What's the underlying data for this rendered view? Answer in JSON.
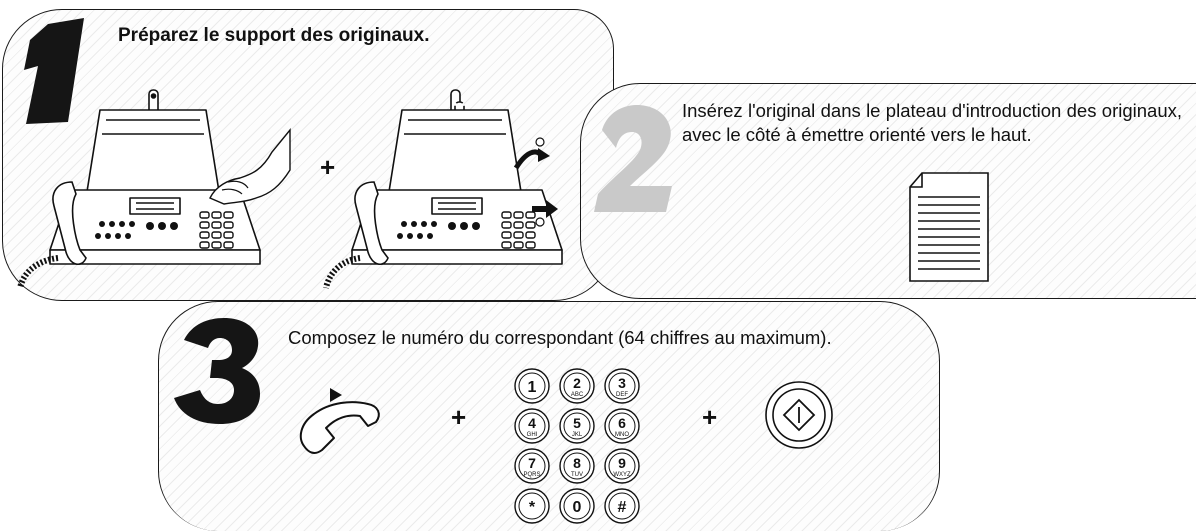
{
  "steps": [
    {
      "number": "1",
      "text": "Préparez le support des originaux."
    },
    {
      "number": "2",
      "text": "Insérez l'original dans le plateau d'introduction des originaux, avec le côté à émettre orienté vers le haut."
    },
    {
      "number": "3",
      "text": "Composez le numéro du correspondant (64 chiffres au maximum)."
    }
  ],
  "plus_sign": "+",
  "keypad": {
    "keys": [
      {
        "digit": "1",
        "letters": ""
      },
      {
        "digit": "2",
        "letters": "ABC"
      },
      {
        "digit": "3",
        "letters": "DEF"
      },
      {
        "digit": "4",
        "letters": "GHI"
      },
      {
        "digit": "5",
        "letters": "JKL"
      },
      {
        "digit": "6",
        "letters": "MNO"
      },
      {
        "digit": "7",
        "letters": "PQRS"
      },
      {
        "digit": "8",
        "letters": "TUV"
      },
      {
        "digit": "9",
        "letters": "WXYZ"
      },
      {
        "digit": "*",
        "letters": ""
      },
      {
        "digit": "0",
        "letters": ""
      },
      {
        "digit": "#",
        "letters": ""
      }
    ]
  },
  "icons": {
    "handset": "phone-handset-icon",
    "start": "start-button-icon",
    "document": "document-icon",
    "fax": "fax-machine-icon"
  },
  "colors": {
    "ink": "#111111",
    "step2_number": "#c9c9c9"
  }
}
